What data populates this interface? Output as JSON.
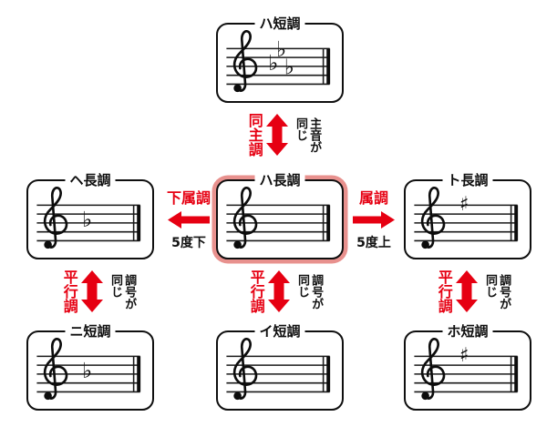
{
  "colors": {
    "red": "#e60012",
    "highlight_ring": "#e8918e",
    "ink": "#111111"
  },
  "boxes": {
    "c_minor": {
      "label": "ハ短調",
      "accidentals": [
        {
          "glyph": "♭"
        },
        {
          "glyph": "♭"
        },
        {
          "glyph": "♭"
        }
      ]
    },
    "f_major": {
      "label": "ヘ長調",
      "accidentals": [
        {
          "glyph": "♭"
        }
      ]
    },
    "c_major": {
      "label": "ハ長調",
      "accidentals": []
    },
    "g_major": {
      "label": "ト長調",
      "accidentals": [
        {
          "glyph": "♯"
        }
      ]
    },
    "d_minor": {
      "label": "ニ短調",
      "accidentals": [
        {
          "glyph": "♭"
        }
      ]
    },
    "a_minor": {
      "label": "イ短調",
      "accidentals": []
    },
    "e_minor": {
      "label": "ホ短調",
      "accidentals": [
        {
          "glyph": "♯"
        }
      ]
    }
  },
  "relations": {
    "same_tonic": {
      "label": "同主調",
      "note_col1": "主音が",
      "note_col2": "同じ"
    },
    "subdominant": {
      "label": "下属調",
      "note": "5度下"
    },
    "dominant": {
      "label": "属調",
      "note": "5度上"
    },
    "parallel": {
      "label": "平行調",
      "note_col1": "調号が",
      "note_col2": "同じ"
    }
  }
}
